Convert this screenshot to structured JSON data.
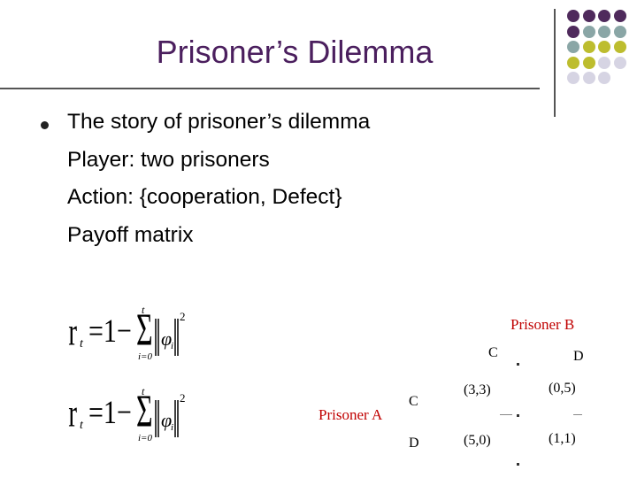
{
  "slide": {
    "title": "Prisoner’s Dilemma",
    "bullet_text": "The story of prisoner’s dilemma",
    "sub_lines": [
      "Player: two prisoners",
      "Action: {cooperation, Defect}",
      "Payoff matrix"
    ]
  },
  "decor": {
    "dot_colors": {
      "purple": "#4f2a5c",
      "teal": "#8aa6a6",
      "olive": "#bdbd2e",
      "lavender": "#d6d4e3"
    },
    "dot_grid": [
      [
        "purple",
        "purple",
        "purple",
        "purple"
      ],
      [
        "purple",
        "teal",
        "teal",
        "teal"
      ],
      [
        "teal",
        "olive",
        "olive",
        "olive"
      ],
      [
        "olive",
        "olive",
        "lavender",
        "lavender"
      ],
      [
        "lavender",
        "lavender",
        "lavender"
      ]
    ]
  },
  "matrix": {
    "player_b": "Prisoner B",
    "player_a": "Prisoner A",
    "col_labels": [
      "C",
      "D"
    ],
    "row_labels": [
      "C",
      "D"
    ],
    "cells": [
      [
        "(3,3)",
        "(0,5)"
      ],
      [
        "(5,0)",
        "(1,1)"
      ]
    ],
    "label_color": "#c00000"
  }
}
